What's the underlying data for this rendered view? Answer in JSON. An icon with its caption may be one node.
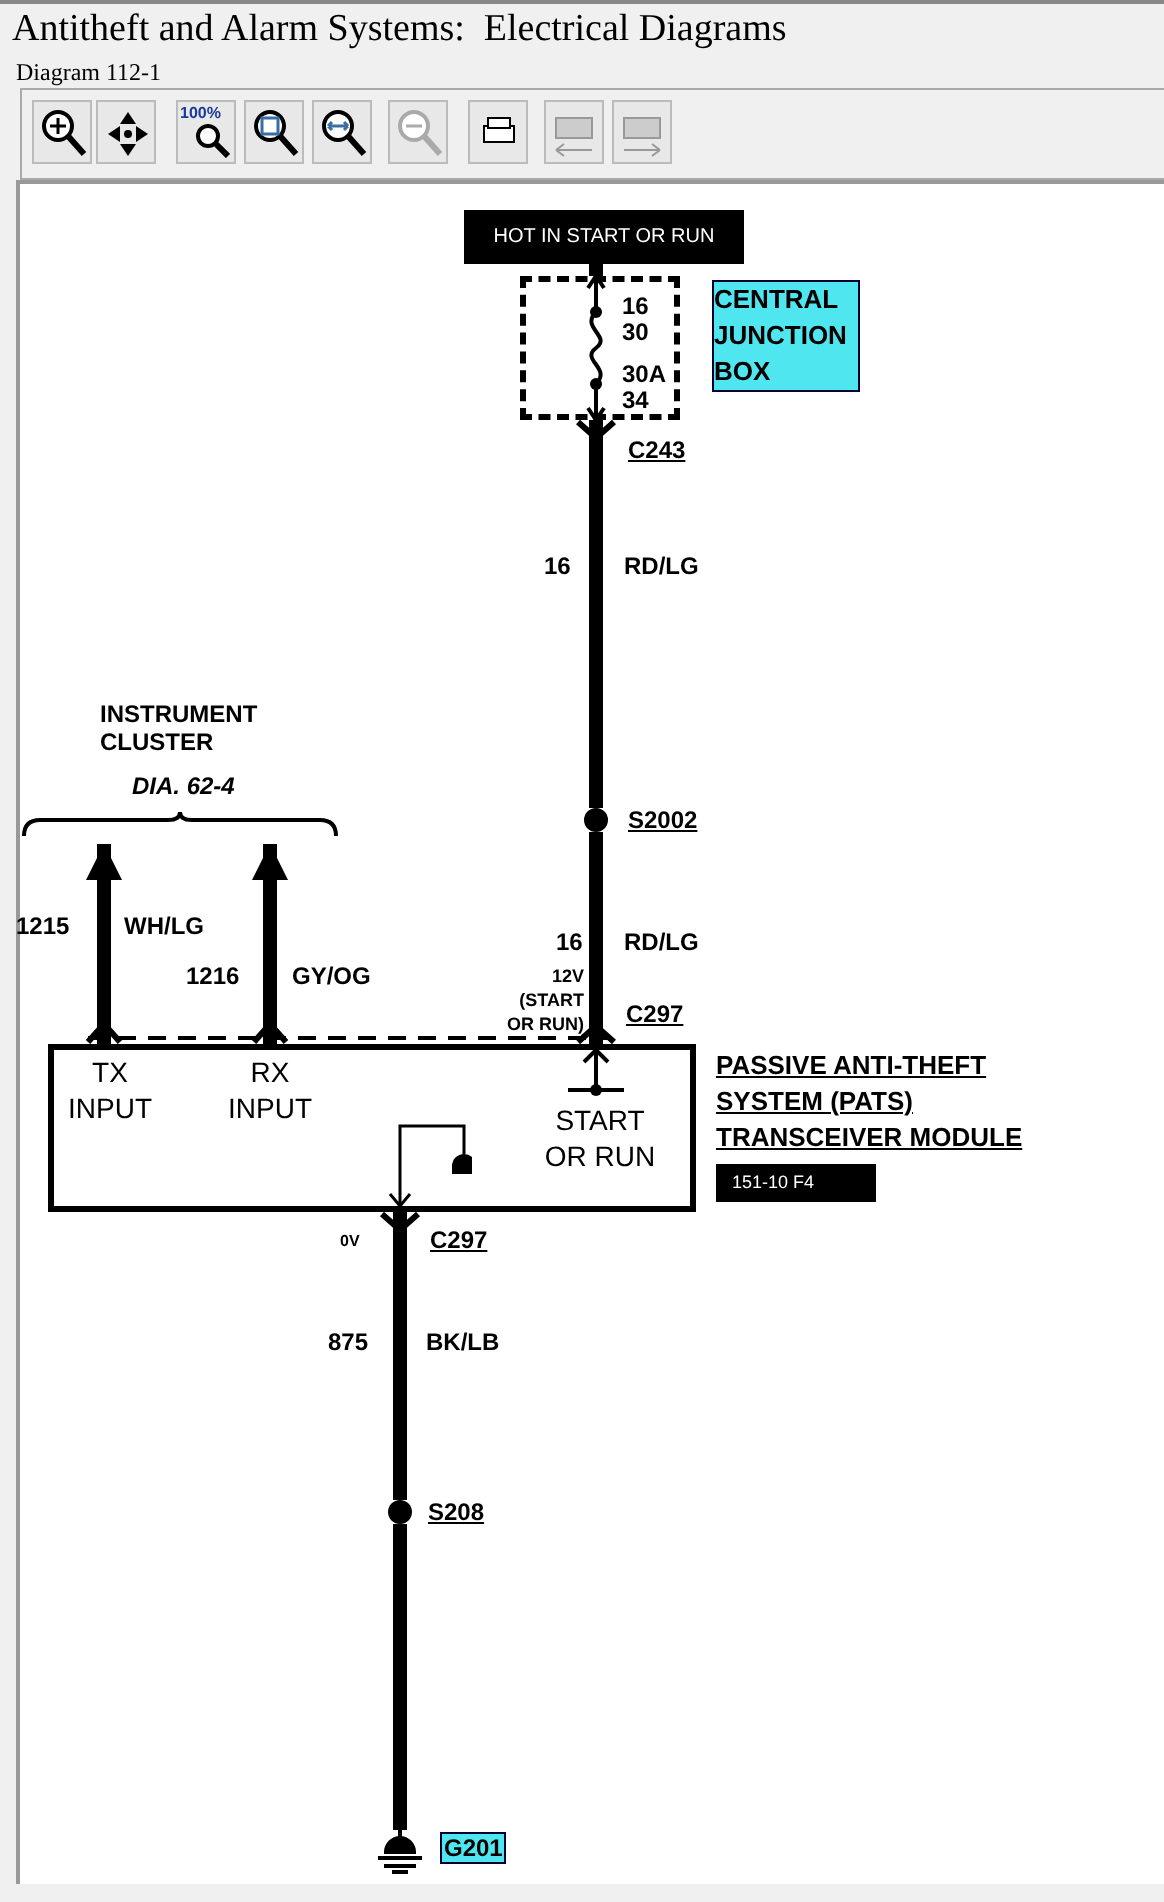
{
  "diagram": {
    "title": "Antitheft and Alarm Systems:  Electrical Diagrams",
    "nodes": [
      {
        "text": [
          "HOT IN START OR RUN"
        ]
      },
      {
        "text": [
          "16",
          "30",
          "30A",
          "34",
          "CENTRAL JUNCTION BOX"
        ],
        "beside": [
          "C243"
        ]
      },
      {
        "text": [],
        "shape": "circle",
        "beside": [
          "S2002"
        ]
      },
      {
        "text": [
          "INSTRUMENT CLUSTER",
          "DIA. 62-4"
        ]
      },
      {
        "text": [
          "TX INPUT",
          "RX INPUT",
          "START OR RUN",
          "PASSIVE ANTI-THEFT SYSTEM (PATS) TRANSCEIVER MODULE"
        ],
        "beside": [
          "C297",
          "151-10 F4",
          "C297"
        ]
      },
      {
        "text": [],
        "shape": "circle",
        "beside": [
          "S208"
        ]
      },
      {
        "text": [],
        "shape": "ground",
        "beside": [
          "G201"
        ]
      }
    ],
    "edges": [
      {
        "from": 0,
        "to": 1,
        "arrow": "none"
      },
      {
        "from": 1,
        "to": 2,
        "arrow": "other",
        "label": "RD/LG"
      },
      {
        "from": 4,
        "to": 2,
        "arrow": "other",
        "label": "RD/LG"
      },
      {
        "from": 4,
        "to": 3,
        "arrow": "to",
        "label": "WH/LG"
      },
      {
        "from": 4,
        "to": 3,
        "arrow": "to",
        "label": "GY/OG"
      },
      {
        "from": 4,
        "to": 5,
        "arrow": "other",
        "label": "BK/LB"
      },
      {
        "from": 5,
        "to": 6,
        "arrow": "none"
      }
    ],
    "labels": [
      "Diagram 112-1",
      "100%",
      "16",
      "1215",
      "16",
      "1216",
      "12V (START OR RUN)",
      "0V",
      "875"
    ]
  }
}
